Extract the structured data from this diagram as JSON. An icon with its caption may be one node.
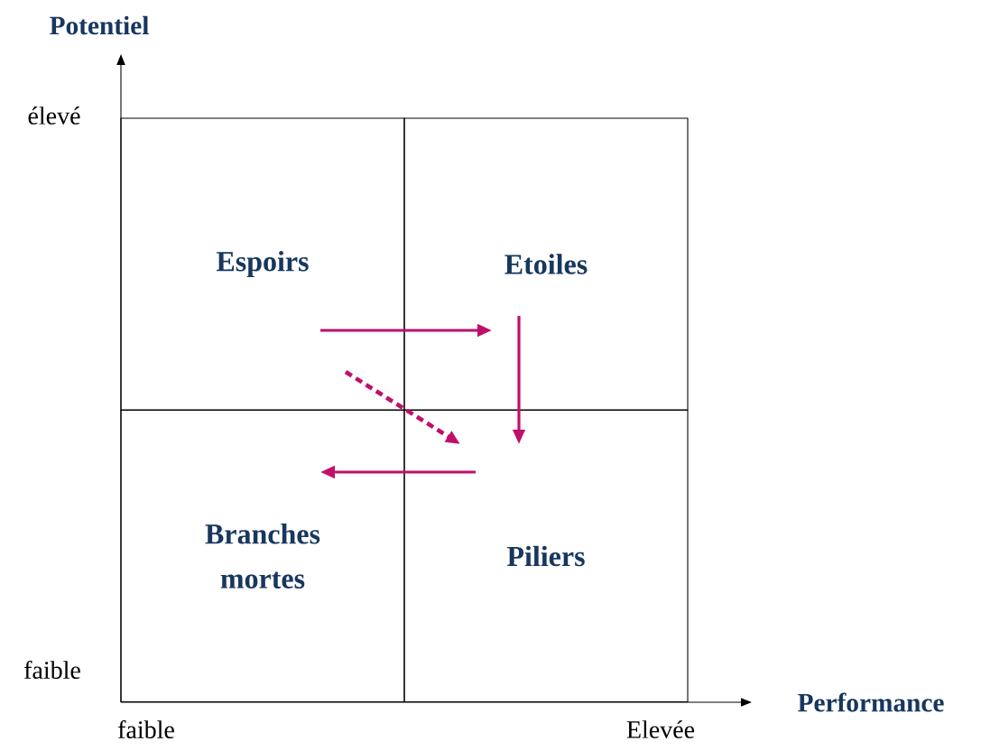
{
  "diagram": {
    "nodes": [
      {
        "text": [
          "Espoirs"
        ]
      },
      {
        "text": [
          "Etoiles"
        ]
      },
      {
        "text": [
          "Branches mortes"
        ]
      },
      {
        "text": [
          "Piliers"
        ]
      }
    ],
    "edges": [
      {
        "from": 0,
        "to": 1,
        "arrow": "to"
      },
      {
        "from": 1,
        "to": 3,
        "arrow": "to"
      },
      {
        "from": 0,
        "to": 3,
        "arrow": "to",
        "style": "dashed"
      },
      {
        "from": 3,
        "to": 2,
        "arrow": "to"
      }
    ],
    "labels": [
      "Potentiel",
      "élevé",
      "faible",
      "faible",
      "Elevée",
      "Performance"
    ]
  }
}
